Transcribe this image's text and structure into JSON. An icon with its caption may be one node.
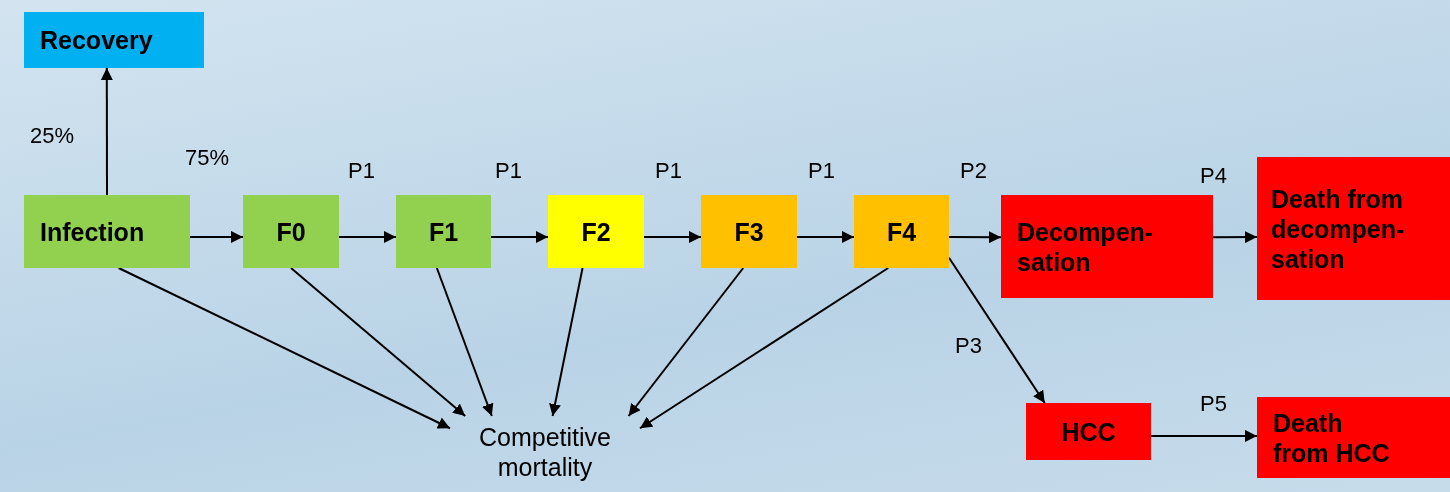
{
  "diagram": {
    "nodes": [
      {
        "text": [
          "Recovery"
        ]
      },
      {
        "text": [
          "Infection"
        ]
      },
      {
        "text": [
          "F0"
        ]
      },
      {
        "text": [
          "F1"
        ]
      },
      {
        "text": [
          "F2"
        ]
      },
      {
        "text": [
          "F3"
        ]
      },
      {
        "text": [
          "F4"
        ]
      },
      {
        "text": [
          "Decompen- sation"
        ]
      },
      {
        "text": [
          "Death from decompen- sation"
        ]
      },
      {
        "text": [
          "Competitive mortality"
        ]
      },
      {
        "text": [
          "HCC"
        ]
      },
      {
        "text": [
          "Death from HCC"
        ]
      }
    ],
    "edges": [
      {
        "from": 1,
        "to": 0,
        "arrow": "to",
        "label": "25%"
      },
      {
        "from": 1,
        "to": 2,
        "arrow": "to",
        "label": "75%"
      },
      {
        "from": 2,
        "to": 3,
        "arrow": "to",
        "label": "P1"
      },
      {
        "from": 3,
        "to": 4,
        "arrow": "to",
        "label": "P1"
      },
      {
        "from": 4,
        "to": 5,
        "arrow": "to",
        "label": "P1"
      },
      {
        "from": 5,
        "to": 6,
        "arrow": "to",
        "label": "P1"
      },
      {
        "from": 6,
        "to": 7,
        "arrow": "to",
        "label": "P2"
      },
      {
        "from": 7,
        "to": 8,
        "arrow": "to",
        "label": "P4"
      },
      {
        "from": 6,
        "to": 10,
        "arrow": "to",
        "label": "P3"
      },
      {
        "from": 10,
        "to": 11,
        "arrow": "to",
        "label": "P5"
      },
      {
        "from": 1,
        "to": 9,
        "arrow": "to"
      },
      {
        "from": 2,
        "to": 9,
        "arrow": "to"
      },
      {
        "from": 3,
        "to": 9,
        "arrow": "to"
      },
      {
        "from": 4,
        "to": 9,
        "arrow": "to"
      },
      {
        "from": 5,
        "to": 9,
        "arrow": "to"
      },
      {
        "from": 6,
        "to": 9,
        "arrow": "to"
      }
    ]
  }
}
